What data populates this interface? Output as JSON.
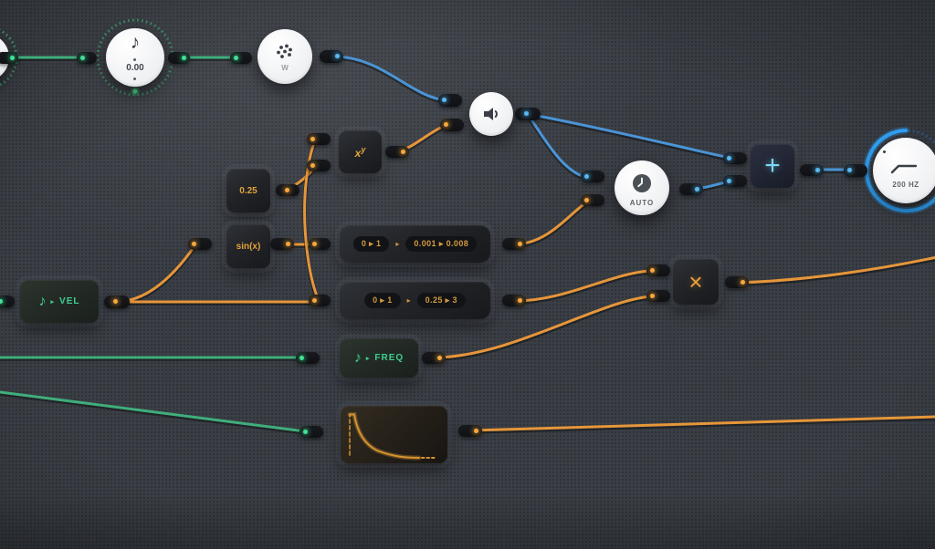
{
  "app": {
    "type": "audio-node-editor"
  },
  "colors": {
    "background": "#3a3e45",
    "cable_green": "#3fae7c",
    "cable_orange": "#e6963a",
    "cable_blue": "#4a94d6",
    "accent_cyan": "#7dd7f5",
    "accent_amber": "#e2a33c",
    "accent_green": "#3ecf8e"
  },
  "icons": {
    "note": "♪"
  },
  "nodes": {
    "knob": {
      "value": "0.00"
    },
    "wave": {
      "label": "W"
    },
    "auto": {
      "label": "AUTO"
    },
    "filter": {
      "label": "200 HZ"
    },
    "constant": {
      "value": "0.25"
    },
    "sine": {
      "label": "sin(x)"
    },
    "power": {
      "base": "x",
      "exp": "y"
    },
    "add": {
      "symbol": "+"
    },
    "multiply": {
      "symbol": "×"
    },
    "velocity": {
      "arrow": "▸",
      "label": "VEL"
    },
    "frequency": {
      "arrow": "▸",
      "label": "FREQ"
    },
    "map1": {
      "range_in": "0 ▸ 1",
      "sep": "▸",
      "range_out": "0.001 ▸ 0.008"
    },
    "map2": {
      "range_in": "0 ▸ 1",
      "sep": "▸",
      "range_out": "0.25 ▸ 3"
    }
  }
}
